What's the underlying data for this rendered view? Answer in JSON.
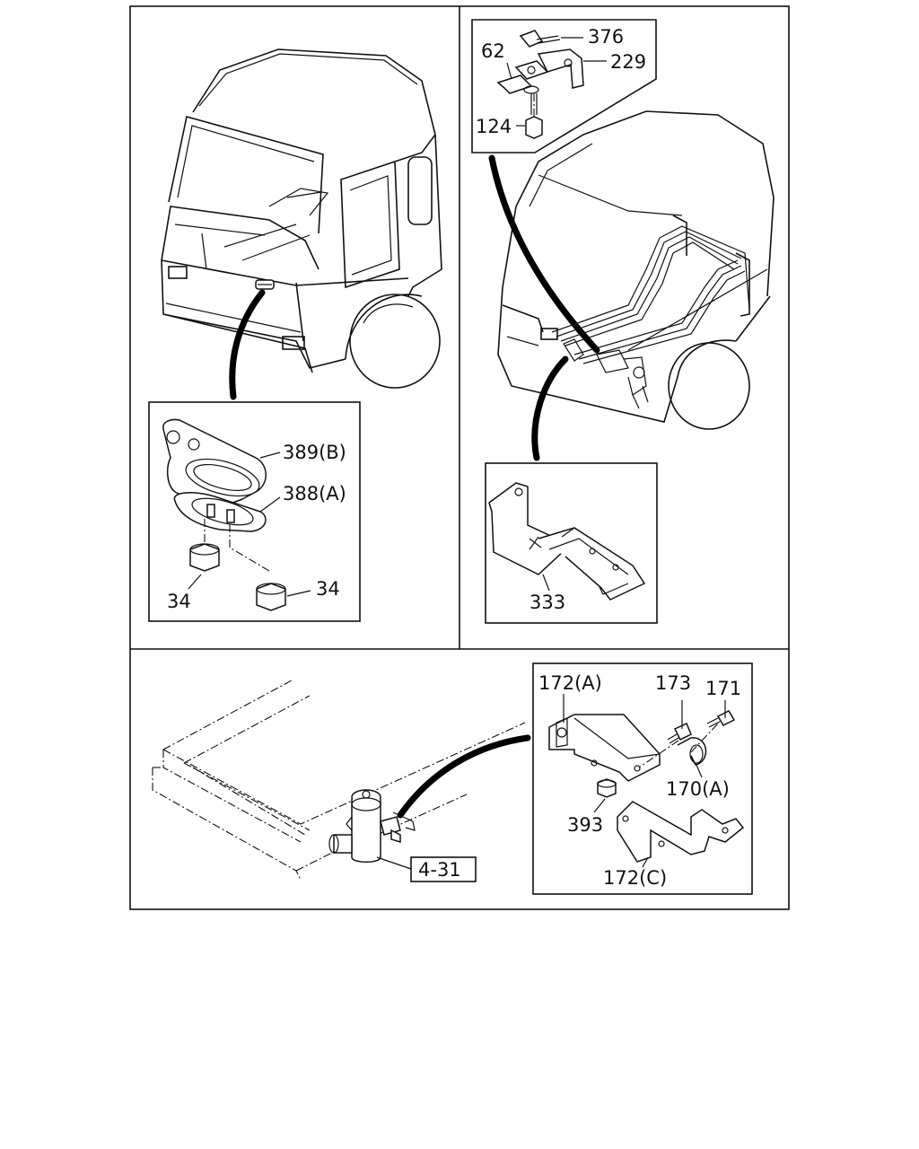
{
  "panels": {
    "top_left": {
      "callouts": {
        "gasket_b": "389(B)",
        "gasket_a": "388(A)",
        "nut_left": "34",
        "nut_right": "34"
      }
    },
    "top_right": {
      "callouts": {
        "bolt_top": "376",
        "bracket": "229",
        "clip": "62",
        "bolt_bottom": "124",
        "support_bracket": "333"
      }
    },
    "bottom": {
      "callouts": {
        "bracket_a": "172(A)",
        "bolt_a": "173",
        "bolt_b": "171",
        "clamp": "170(A)",
        "nut": "393",
        "bracket_c": "172(C)",
        "ref_box": "4-31"
      }
    }
  }
}
